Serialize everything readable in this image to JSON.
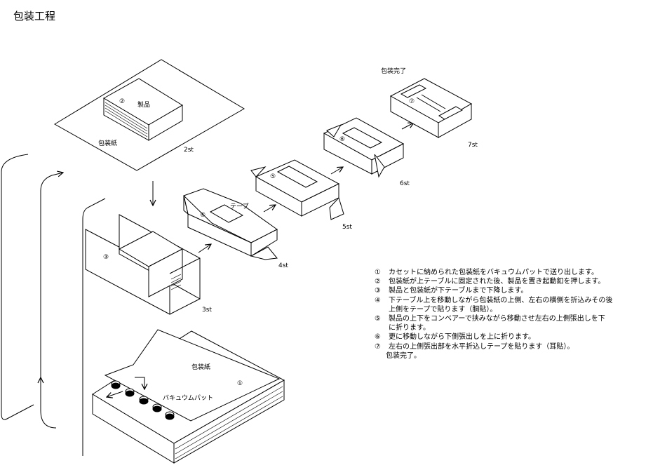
{
  "title": "包装工程",
  "labels": {
    "seihin": "製品",
    "housoushi_top": "包装紙",
    "housoushi_bottom": "包装紙",
    "tape": "テープ",
    "vacuum_pad": "バキュウムパット",
    "complete": "包装完了"
  },
  "markers": {
    "m1": "①",
    "m2": "②",
    "m3": "③",
    "m4": "④",
    "m5": "⑤",
    "m6": "⑥",
    "m7": "⑦"
  },
  "stations": {
    "s2": "2st",
    "s3": "3st",
    "s4": "4st",
    "s5": "5st",
    "s6": "6st",
    "s7": "7st"
  },
  "steps": [
    {
      "num": "①",
      "lines": [
        "カセットに納められた包装紙をバキュウムパットで送り出します。"
      ]
    },
    {
      "num": "②",
      "lines": [
        "包装紙が上テーブルに固定された後、製品を置き起動釦を押します。"
      ]
    },
    {
      "num": "③",
      "lines": [
        "製品と包装紙が下テーブルまで下降します。"
      ]
    },
    {
      "num": "④",
      "lines": [
        "下テーブル上を移動しながら包装紙の上側、左右の横側を折込みその後",
        "上側をテープで貼ります（胴貼）。"
      ]
    },
    {
      "num": "⑤",
      "lines": [
        "製品の上下をコンベアーで挟みながら移動させ左右の上側張出しを下",
        "に折ります。"
      ]
    },
    {
      "num": "⑥",
      "lines": [
        "更に移動しながら下側張出しを上に折ります。"
      ]
    },
    {
      "num": "⑦",
      "lines": [
        "左右の上側張出部を水平折込しテープを貼ります（耳貼）。"
      ]
    }
  ],
  "steps_tail": "包装完了。"
}
